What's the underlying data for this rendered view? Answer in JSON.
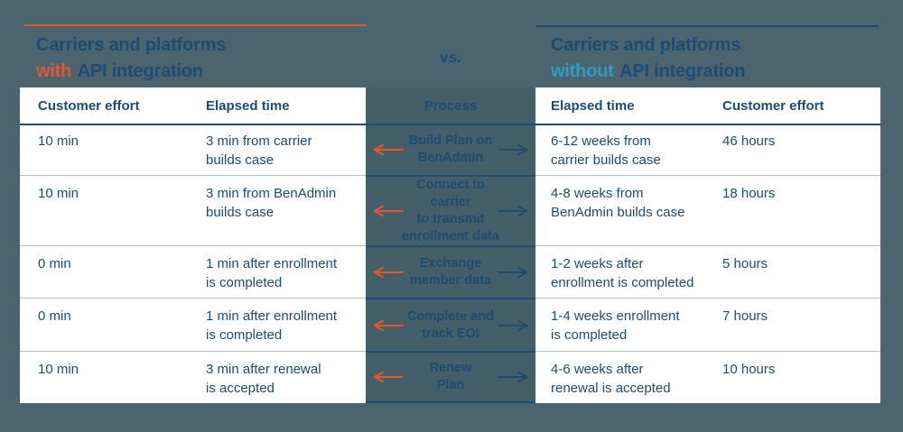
{
  "colors": {
    "background": "#4b6470",
    "divider_column": "#455f6a",
    "navy": "#1d4c70",
    "orange": "#e2592e",
    "light_blue": "#2e9dc6",
    "row_separator": "#b2c1ca",
    "table_background": "#ffffff"
  },
  "left_panel": {
    "title_line1": "Carriers and platforms",
    "title_accent": "with",
    "title_suffix": "API integration",
    "header": {
      "col1": "Customer effort",
      "col2": "Elapsed time"
    },
    "rows": [
      {
        "effort": "10 min",
        "elapsed": "3 min from carrier\nbuilds case"
      },
      {
        "effort": "10 min",
        "elapsed": "3 min from BenAdmin\nbuilds case"
      },
      {
        "effort": "0 min",
        "elapsed": "1 min after enrollment\nis completed"
      },
      {
        "effort": "0 min",
        "elapsed": "1 min after enrollment\nis completed"
      },
      {
        "effort": "10 min",
        "elapsed": "3 min after renewal\nis accepted"
      }
    ]
  },
  "divider": {
    "vs_label": "vs.",
    "header": "Process",
    "processes": [
      "Build Plan on\nBenAdmin",
      "Connect to carrier\nto transmit\nenrollment data",
      "Exchange\nmember data",
      "Complete and\ntrack EOI",
      "Renew\nPlan"
    ]
  },
  "right_panel": {
    "title_line1": "Carriers and platforms",
    "title_accent": "without",
    "title_suffix": "API integration",
    "header": {
      "col1": "Elapsed time",
      "col2": "Customer effort"
    },
    "rows": [
      {
        "elapsed": "6-12 weeks from\ncarrier builds case",
        "effort": "46 hours"
      },
      {
        "elapsed": "4-8 weeks from\nBenAdmin builds case",
        "effort": "18 hours"
      },
      {
        "elapsed": "1-2 weeks after\nenrollment is completed",
        "effort": "5 hours"
      },
      {
        "elapsed": "1-4 weeks enrollment\nis completed",
        "effort": "7 hours"
      },
      {
        "elapsed": "4-6 weeks after\nrenewal is accepted",
        "effort": "10 hours"
      }
    ]
  }
}
